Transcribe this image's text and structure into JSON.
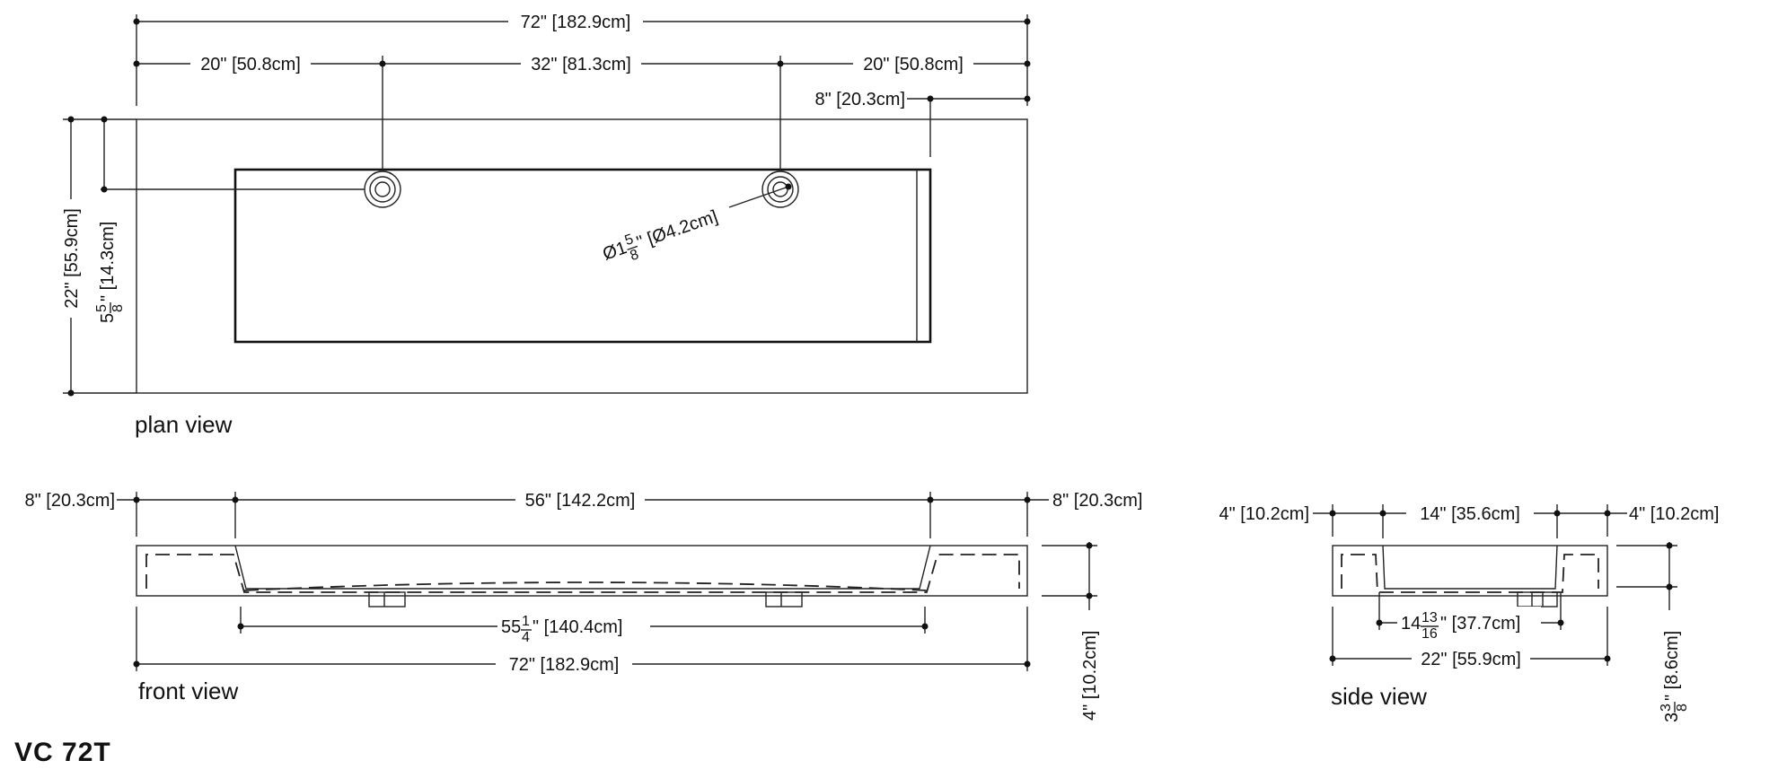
{
  "model": "VC 72T",
  "views": {
    "plan": "plan view",
    "front": "front view",
    "side": "side view"
  },
  "plan": {
    "overall_width": "72\" [182.9cm]",
    "left_to_faucet": "20\" [50.8cm]",
    "faucet_spacing": "32\" [81.3cm]",
    "right_to_faucet": "20\" [50.8cm]",
    "basin_inset_right": "8\" [20.3cm]",
    "overall_depth": "22\" [55.9cm]",
    "faucet_depth_whole": "5",
    "faucet_depth_num": "5",
    "faucet_depth_den": "8",
    "faucet_depth_metric": "\" [14.3cm]",
    "hole_prefix": "Ø1",
    "hole_num": "5",
    "hole_den": "8",
    "hole_metric": "\" [Ø4.2cm]"
  },
  "front": {
    "left_ledge": "8\" [20.3cm]",
    "basin_width": "56\" [142.2cm]",
    "right_ledge": "8\" [20.3cm]",
    "bottom_whole": "55",
    "bottom_num": "1",
    "bottom_den": "4",
    "bottom_metric": "\" [140.4cm]",
    "overall_width": "72\" [182.9cm]",
    "height": "4\" [10.2cm]"
  },
  "side": {
    "left_ledge": "4\" [10.2cm]",
    "basin_width": "14\" [35.6cm]",
    "right_ledge": "4\" [10.2cm]",
    "bottom_whole": "14",
    "bottom_num": "13",
    "bottom_den": "16",
    "bottom_metric": "\" [37.7cm]",
    "overall_depth": "22\" [55.9cm]",
    "height_whole": "3",
    "height_num": "3",
    "height_den": "8",
    "height_metric": "\" [8.6cm]"
  }
}
